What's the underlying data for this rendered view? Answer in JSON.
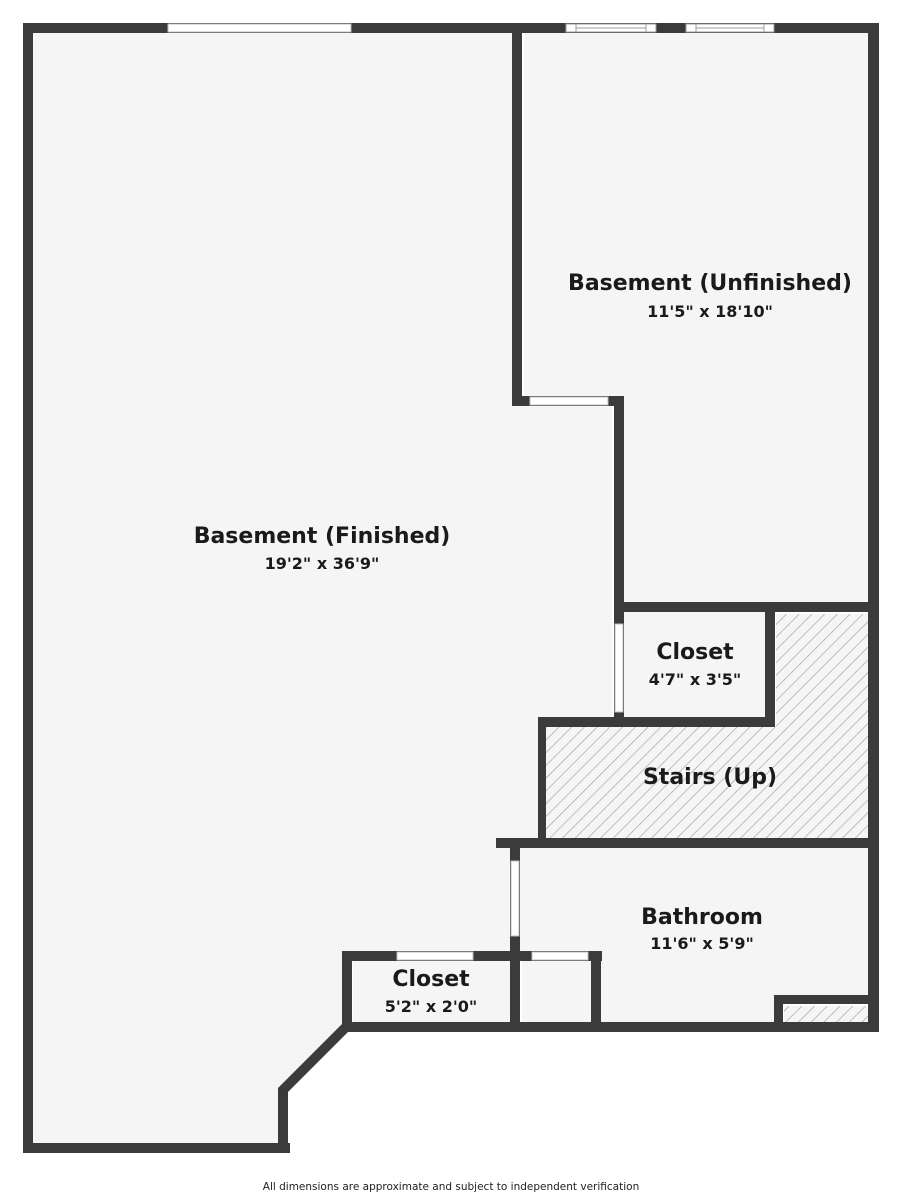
{
  "rooms": [
    {
      "id": "basement-finished",
      "name": "Basement (Finished)",
      "dims": "19'2\" x 36'9\""
    },
    {
      "id": "basement-unfinished",
      "name": "Basement (Unfinished)",
      "dims": "11'5\" x 18'10\""
    },
    {
      "id": "closet-upper",
      "name": "Closet",
      "dims": "4'7\" x 3'5\""
    },
    {
      "id": "stairs",
      "name": "Stairs (Up)",
      "dims": ""
    },
    {
      "id": "bathroom",
      "name": "Bathroom",
      "dims": "11'6\" x 5'9\""
    },
    {
      "id": "closet-lower",
      "name": "Closet",
      "dims": "5'2\" x 2'0\""
    }
  ],
  "disclaimer": "All dimensions are approximate and subject to independent verification",
  "colors": {
    "wall": "#3b3b3b",
    "floor": "#f5f5f5",
    "hatch": "#9a9a9a",
    "opening": "#ffffff"
  }
}
